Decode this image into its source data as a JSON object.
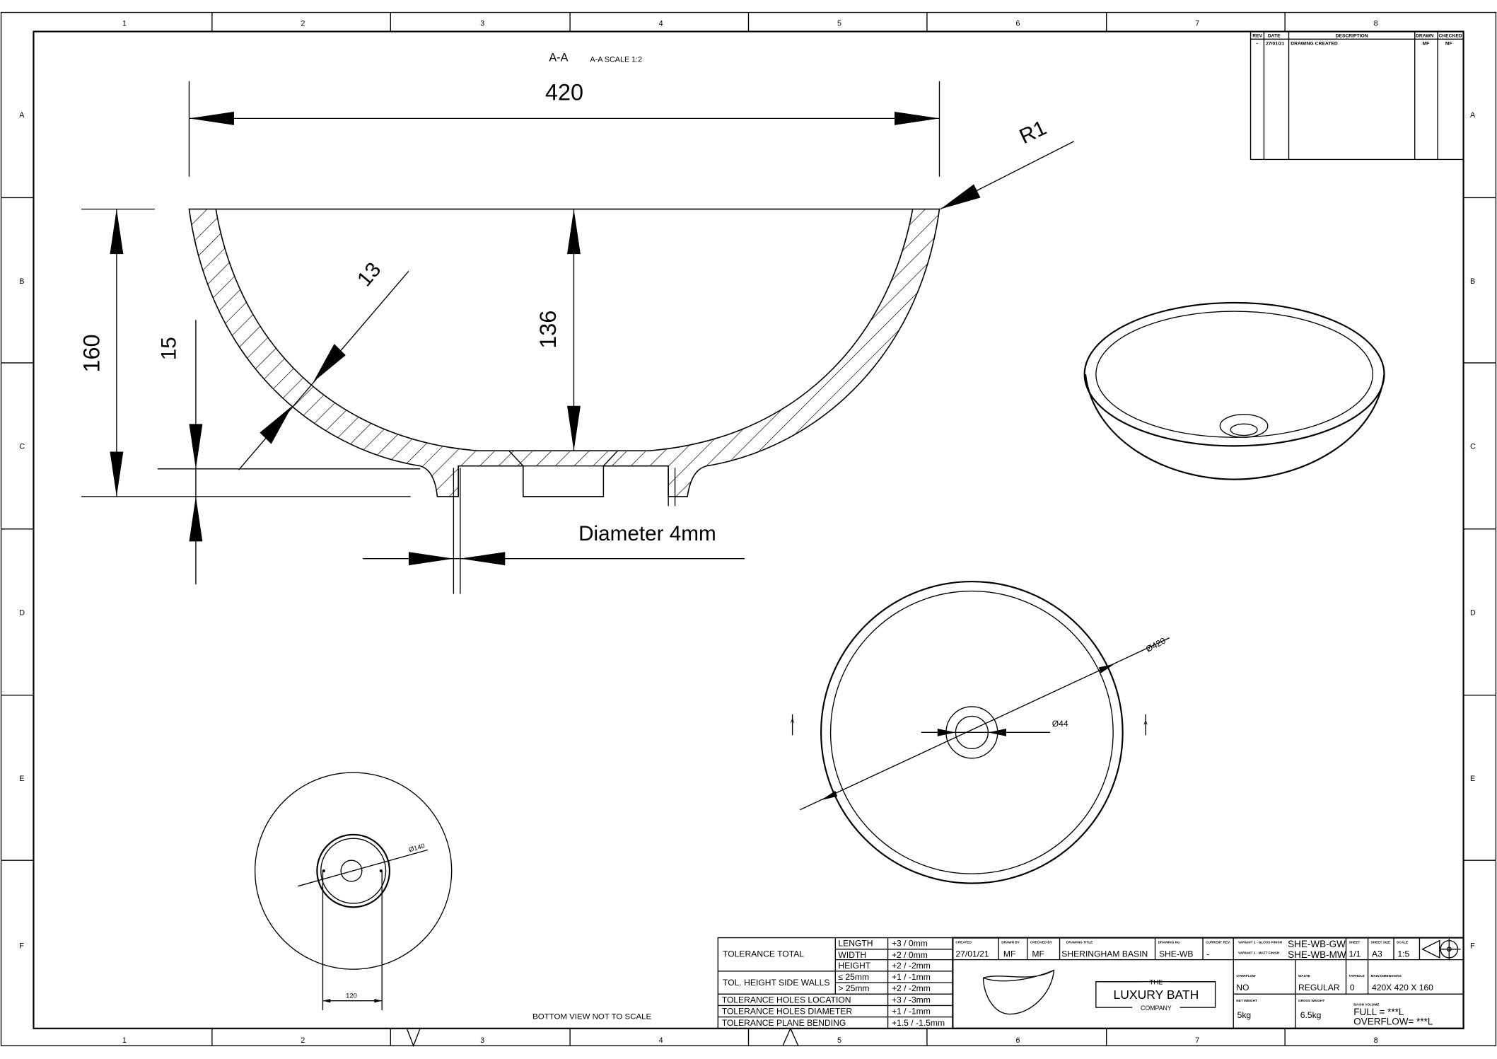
{
  "frame": {
    "columns": [
      "1",
      "2",
      "3",
      "4",
      "5",
      "6",
      "7",
      "8"
    ],
    "rows": [
      "A",
      "B",
      "C",
      "D",
      "E",
      "F"
    ]
  },
  "section": {
    "name": "A-A",
    "scale_label": "A-A SCALE 1:2"
  },
  "dims": {
    "width": "420",
    "height": "160",
    "depth": "136",
    "wall": "13",
    "base": "15",
    "radius": "R1",
    "hole": "Diameter 4mm",
    "top_dia": "Ø420",
    "waste_dia": "Ø44",
    "bottom_dia": "Ø140",
    "bottom_width": "120",
    "section_mark": "A"
  },
  "bottom_note": "BOTTOM VIEW NOT TO SCALE",
  "revision": {
    "headers": [
      "REV",
      "DATE",
      "DESCRIPTION",
      "DRAWN",
      "CHECKED"
    ],
    "rows": [
      [
        "-",
        "27/01/21",
        "DRAWING CREATED",
        "MF",
        "MF"
      ]
    ]
  },
  "tolerances": [
    {
      "label": "TOLERANCE TOTAL",
      "sub": [
        [
          "LENGTH",
          "+3 / 0mm"
        ],
        [
          "WIDTH",
          "+2 / 0mm"
        ],
        [
          "HEIGHT",
          "+2 / -2mm"
        ]
      ]
    },
    {
      "label": "TOL. HEIGHT SIDE WALLS",
      "sub": [
        [
          "≤  25mm",
          "+1 / -1mm"
        ],
        [
          ">  25mm",
          "+2 / -2mm"
        ]
      ]
    },
    {
      "label": "TOLERANCE HOLES LOCATION",
      "value": "+3 / -3mm"
    },
    {
      "label": "TOLERANCE HOLES DIAMETER",
      "value": "+1 / -1mm"
    },
    {
      "label": "TOLERANCE PLANE BENDING",
      "value": "+1.5 / -1.5mm"
    }
  ],
  "title_block": {
    "created_label": "CREATED",
    "created": "27/01/21",
    "drawn_label": "DRAWN BY",
    "drawn": "MF",
    "checked_label": "CHECKED BY",
    "checked": "MF",
    "title_label": "DRAWING TITLE",
    "title": "SHERINGHAM BASIN",
    "number_label": "DRAWING No.",
    "number": "SHE-WB",
    "rev_label": "CURRENT REV.",
    "rev": "-",
    "variant1_label": "VARIANT 1 - GLOSS FINISH",
    "variant1": "SHE-WB-GW",
    "variant2_label": "VARIANT 1 - MATT FINISH",
    "variant2": "SHE-WB-MW",
    "sheet_label": "SHEET",
    "sheet": "1/1",
    "size_label": "SHEET SIZE",
    "size": "A3",
    "scale_label": "SCALE",
    "scale": "1:5",
    "overflow_label": "OVERFLOW",
    "overflow": "NO",
    "waste_label": "WASTE",
    "waste": "REGULAR",
    "taphole_label": "TAPHOLE",
    "taphole": "0",
    "main_dims_label": "MAIN DIMENSIONS",
    "main_dims": "420X 420 X 160",
    "net_label": "NET WEIGHT",
    "net": "5kg",
    "gross_label": "GROSS WEIGHT",
    "gross": "6.5kg",
    "volume_label": "BASIN VOLUME",
    "full": "FULL = ***L",
    "overflow_vol": "OVERFLOW= ***L"
  },
  "logo": {
    "the": "THE",
    "name": "LUXURY BATH",
    "company": "COMPANY"
  }
}
